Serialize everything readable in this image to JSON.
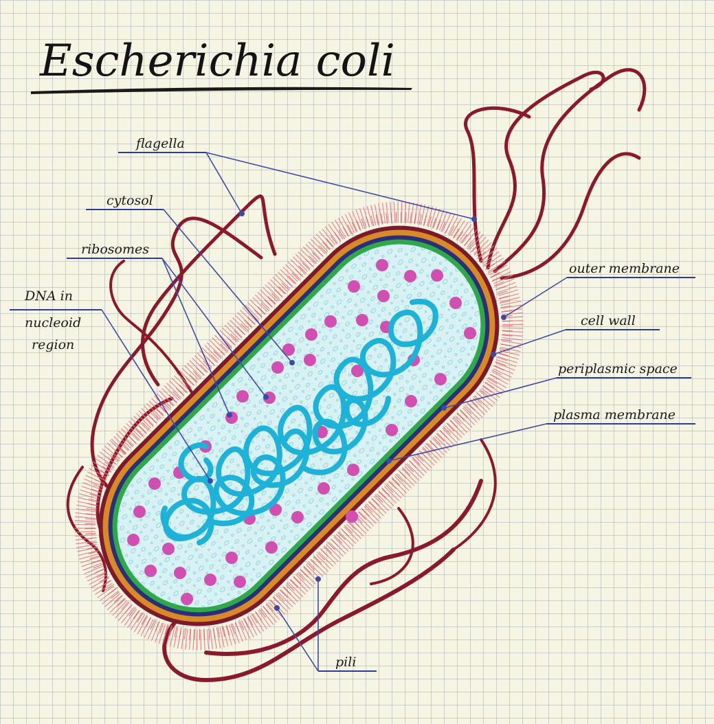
{
  "title": "Escherichia coli",
  "labels": {
    "flagella": "flagella",
    "cytosol": "cytosol",
    "ribosomes": "ribosomes",
    "dna_line1": "DNA in",
    "dna_line2": "nucleoid",
    "dna_line3": "region",
    "outer_membrane": "outer membrane",
    "cell_wall": "cell wall",
    "periplasmic_space": "periplasmic space",
    "plasma_membrane": "plasma membrane",
    "pili": "pili"
  },
  "colors": {
    "flagella": "#8a1a2b",
    "pili": "#e06070",
    "outer_membrane": "#7a1a2a",
    "cell_wall": "#d98a28",
    "periplasmic_space": "#2a2f7a",
    "plasma_membrane": "#2fa84a",
    "cytosol": "#d8f2f4",
    "ribosomes": "#d04fb0",
    "dna": "#1fb2d8",
    "leader_lines": "#3b4aa8"
  }
}
